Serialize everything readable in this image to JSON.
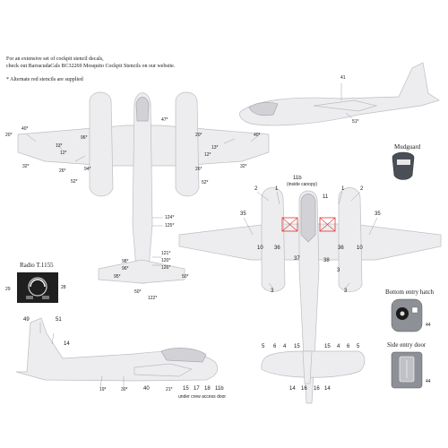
{
  "notes": {
    "line1": "For an extensive set of cockpit stencil decals,",
    "line2": "check out BarracudaCals BC32269 Mosquito Cockpit Stencils on our website.",
    "line3": "* Alternate red stencils are supplied"
  },
  "insets": {
    "mudguard": "Mudguard",
    "radio": "Radio T.1155",
    "bottom_hatch": "Bottom entry hatch",
    "side_door": "Side entry door"
  },
  "top_view_labels": {
    "l40": "40*",
    "l20": "20*",
    "l32": "32*",
    "l13a": "13*",
    "l12": "12*",
    "l26": "26*",
    "l52a": "52*",
    "r40": "40*",
    "r20": "20*",
    "r32": "32*",
    "r13": "13*",
    "r12": "12*",
    "r26": "26*",
    "r52": "52*",
    "l47": "47*",
    "l96": "96*",
    "l124": "124*",
    "l125": "125*",
    "l121": "121*",
    "l120": "120*",
    "l126": "126*",
    "l98": "98*",
    "l96b": "96*",
    "l95": "95*",
    "l50": "50*",
    "l50b": "50*",
    "l122": "122*",
    "l94": "94*"
  },
  "front_view_labels": {
    "n2a": "2",
    "n1a": "1",
    "n11b": "11b",
    "n11b_sub": "(inside canopy)",
    "n11": "11",
    "n1b": "1",
    "n2b": "2",
    "n35a": "35",
    "n35b": "35",
    "n10a": "10",
    "n36a": "36",
    "n36b": "36",
    "n10b": "10",
    "n37": "37",
    "n38": "38",
    "n3a": "3",
    "n3b": "3",
    "n3c": "3"
  },
  "side_view_top_labels": {
    "n41": "41",
    "n51": "51*"
  },
  "side_view_bottom_labels": {
    "n49": "49",
    "n51": "51",
    "n14": "14",
    "n19": "19*",
    "n30": "30*",
    "n40": "40",
    "n21": "21*",
    "n15": "15",
    "n17": "17",
    "n18": "18",
    "n11b": "11b",
    "caption": "under crew access door"
  },
  "tail_view_labels": {
    "n5a": "5",
    "n6a": "6",
    "n4a": "4",
    "n15a": "15",
    "n4b": "4",
    "n15b": "15",
    "n6b": "6",
    "n5b": "5",
    "n14a": "14",
    "n16a": "16",
    "n16b": "16",
    "n14b": "14"
  },
  "radio_labels": {
    "n29": "29",
    "n28": "28"
  },
  "hatch_label": "44",
  "door_label": "44"
}
